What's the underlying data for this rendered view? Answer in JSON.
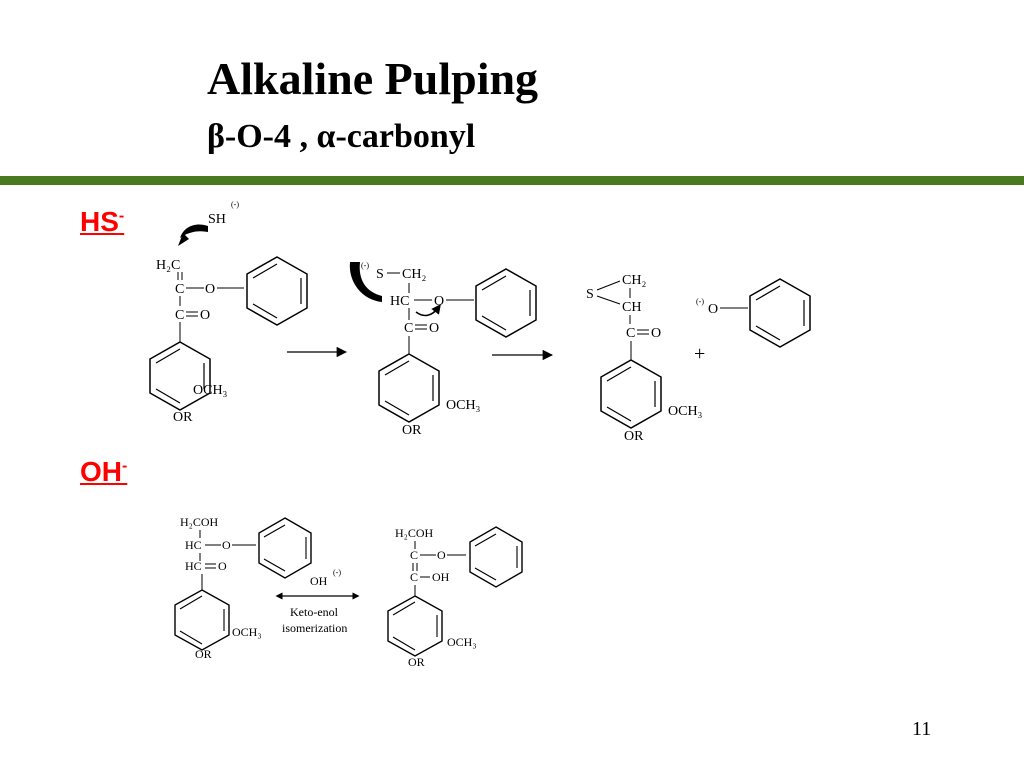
{
  "slide": {
    "title": "Alkaline Pulping",
    "subtitle": "β-O-4 , α-carbonyl",
    "page_number": "11",
    "accent_color": "#4a7a1f",
    "reagent_color": "#ff0000"
  },
  "hs_section": {
    "reagent": "HS",
    "reagent_charge": "-",
    "nucleophile": "SH",
    "nucleophile_charge": "(-)",
    "m1": {
      "ch2": "H₂C",
      "c": "C",
      "o_ether": "O",
      "co": "C",
      "o_carbonyl": "O",
      "ome": "OCH₃",
      "or": "OR"
    },
    "m2": {
      "charge": "(-)",
      "s": "S",
      "ch2": "CH₂",
      "hc": "HC",
      "o_ether": "O",
      "co": "C",
      "o_carbonyl": "O",
      "ome": "OCH₃",
      "or": "OR"
    },
    "m3": {
      "ch2": "CH₂",
      "s": "S",
      "ch": "CH",
      "co": "C",
      "o_carbonyl": "O",
      "ome": "OCH₃",
      "or": "OR"
    },
    "m4": {
      "charge": "(-)",
      "o": "O",
      "plus": "+"
    }
  },
  "oh_section": {
    "reagent": "OH",
    "reagent_charge": "-",
    "m5": {
      "ch2oh": "H₂COH",
      "hc": "HC",
      "o_ether": "O",
      "hco": "HC",
      "o_carbonyl": "O",
      "ome": "OCH₃",
      "or": "OR"
    },
    "arrow": {
      "reagent": "OH",
      "reagent_charge": "(-)",
      "label_line1": "Keto-enol",
      "label_line2": "isomerization"
    },
    "m6": {
      "ch2oh": "H₂COH",
      "c1": "C",
      "o_ether": "O",
      "c2": "C",
      "oh": "OH",
      "ome": "OCH₃",
      "or": "OR"
    }
  }
}
